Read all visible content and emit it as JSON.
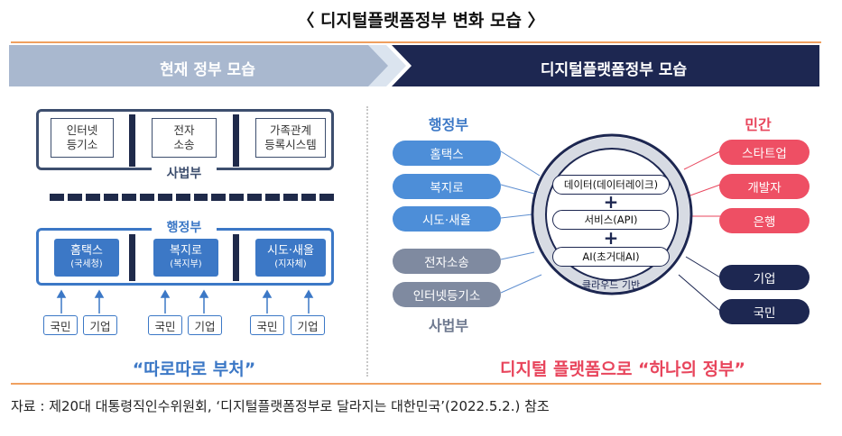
{
  "title": "〈 디지털플랫폼정부 변화 모습 〉",
  "banner": {
    "left": "현재 정부 모습",
    "right": "디지털플랫폼정부 모습"
  },
  "current": {
    "judiciary_boxes": [
      "인터넷\n등기소",
      "전자\n소송",
      "가족관계\n등록시스템"
    ],
    "judiciary_label": "사법부",
    "executive_label": "행정부",
    "executive_boxes": [
      {
        "name": "홈택스",
        "sub": "(국세청)"
      },
      {
        "name": "복지로",
        "sub": "(복지부)"
      },
      {
        "name": "시도·새올",
        "sub": "(지자체)"
      }
    ],
    "citizen_label": "국민",
    "company_label": "기업",
    "slogan": "“따로따로 부처”"
  },
  "future": {
    "executive_label": "행정부",
    "executive_pills": [
      "홈택스",
      "복지로",
      "시도·새올"
    ],
    "judiciary_pills": [
      "전자소송",
      "인터넷등기소"
    ],
    "judiciary_label": "사법부",
    "private_label": "민간",
    "private_pills": [
      "스타트업",
      "개발자",
      "은행"
    ],
    "user_pills": [
      "기업",
      "국민"
    ],
    "core": [
      "데이터(데이터레이크)",
      "서비스(API)",
      "AI(초거대AI)"
    ],
    "plus": "+",
    "cloud_label": "클라우드 기반",
    "slogan": "디지털 플랫폼으로 “하나의 정부”"
  },
  "source": "자료 : 제20대 대통령직인수위원회, ‘디지털플랫폼정부로 달라지는 대한민국’(2022.5.2.) 참조",
  "colors": {
    "navy": "#1d2751",
    "blue": "#3c78c6",
    "red": "#e8455c",
    "grey": "#7f8aa0",
    "orange_rule": "#f0a060"
  }
}
